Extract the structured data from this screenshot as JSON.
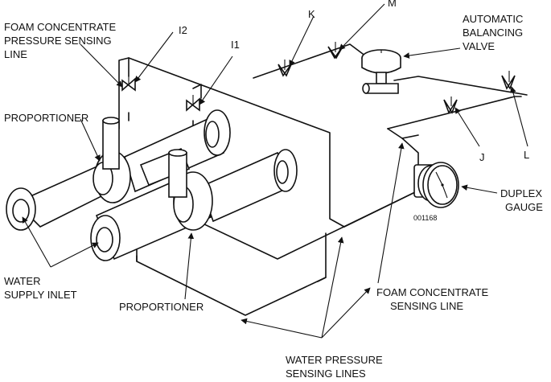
{
  "labels": {
    "foam_concentrate_pressure_sensing_line": [
      "FOAM CONCENTRATE",
      "PRESSURE SENSING",
      "LINE"
    ],
    "i2": "I2",
    "i1": "I1",
    "k": "K",
    "m": "M",
    "automatic_balancing_valve": [
      "AUTOMATIC",
      "BALANCING",
      "VALVE"
    ],
    "proportioner_top": "PROPORTIONER",
    "j": "J",
    "l": "L",
    "duplex_gauge": [
      "DUPLEX",
      "GAUGE"
    ],
    "figure_code": "001168",
    "water_supply_inlet": [
      "WATER",
      "SUPPLY INLET"
    ],
    "proportioner_bottom": "PROPORTIONER",
    "foam_concentrate_sensing_line": [
      "FOAM CONCENTRATE",
      "SENSING LINE"
    ],
    "water_pressure_sensing_lines": [
      "WATER PRESSURE",
      "SENSING LINES"
    ]
  }
}
